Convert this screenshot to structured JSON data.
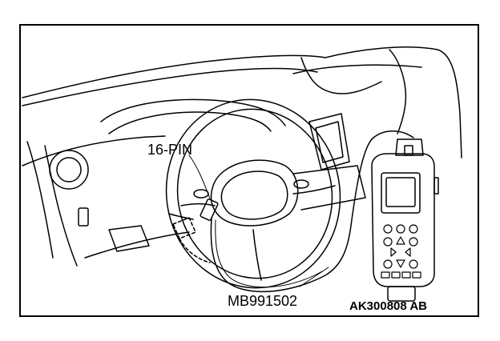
{
  "labels": {
    "connector": "16-PIN",
    "tool_part_number": "MB991502",
    "figure_code": "AK300808 AB"
  }
}
